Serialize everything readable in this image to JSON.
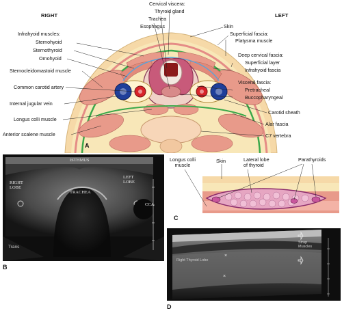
{
  "panel_a": {
    "letter": "A",
    "side_right": "RIGHT",
    "side_left": "LEFT",
    "labels_left": {
      "cervical_viscera": "Cervical viscera:",
      "thyroid_gland": "Thyroid gland",
      "trachea": "Trachea",
      "esophagus": "Esophagus",
      "infrahyoid_muscles": "Infrahyoid muscles:",
      "sternohyoid": "Sternohyoid",
      "sternothyroid": "Sternothyroid",
      "omohyoid": "Omohyoid",
      "sternocleidomastoid": "Sternocleidomastoid muscle",
      "common_carotid": "Common carotid artery",
      "internal_jugular": "Internal jugular vein",
      "longus_colli": "Longus colli muscle",
      "anterior_scalene": "Anterior scalene muscle"
    },
    "labels_right": {
      "skin": "Skin",
      "superficial_fascia": "Superficial fascia:",
      "platysma": "Platysma muscle",
      "deep_cervical_fascia": "Deep cervical fascia:",
      "superficial_layer": "Superficial layer",
      "infrahyoid_fascia": "Infrahyoid fascia",
      "visceral_fascia": "Visceral fascia:",
      "pretracheal": "Pretracheal",
      "buccopharyngeal": "Buccopharyngeal",
      "carotid_sheath": "Carotid sheath",
      "alar_fascia": "Alar fascia",
      "c7_vertebra": "C7 vertebra"
    }
  },
  "panel_b": {
    "letter": "B",
    "isthmus": "ISTHMUS",
    "right_lobe": "RIGHT\nLOBE",
    "left_lobe": "LEFT\nLOBE",
    "trachea": "TRACHEA",
    "cca": "CCA",
    "mode": "Trans"
  },
  "panel_c": {
    "letter": "C",
    "longus_colli": "Longus colli\nmuscle",
    "skin": "Skin",
    "lateral_lobe": "Lateral lobe\nof thyroid",
    "parathyroids": "Parathyroids"
  },
  "panel_d": {
    "letter": "D",
    "strap_muscles": "Strap\nMuscles",
    "right_thyroid_lobe": "Right Thyroid Lobe"
  },
  "colors": {
    "muscle": "#e89a8a",
    "fascia_green": "#3aa84a",
    "skin": "#f6d9a8",
    "fat": "#f8e7b8",
    "artery": "#d8232a",
    "vein": "#1f3f9a",
    "thyroid": "#c85a7a",
    "ultrasound_bg": "#0e0e0e"
  }
}
